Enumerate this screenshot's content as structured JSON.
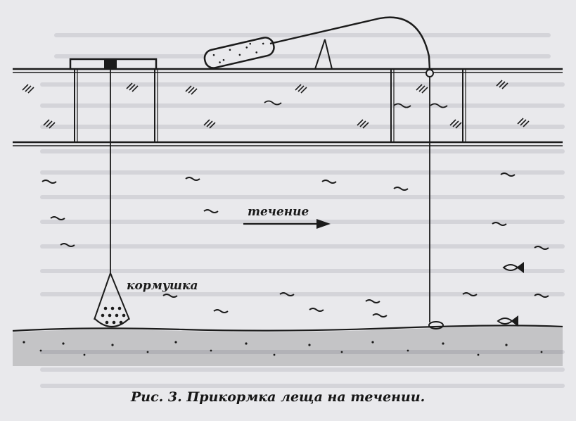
{
  "figure": {
    "caption": "Рис. 3. Прикормка леща на течении.",
    "labels": {
      "current": "течение",
      "feeder": "кормушка"
    }
  },
  "colors": {
    "paper": "#e9e9ec",
    "ink": "#1b1b1b",
    "bleed_through": "#b4b4bc"
  },
  "icons": {
    "fish": "fish-icon",
    "weed": "weed-icon",
    "arrow": "arrow-right-icon"
  }
}
